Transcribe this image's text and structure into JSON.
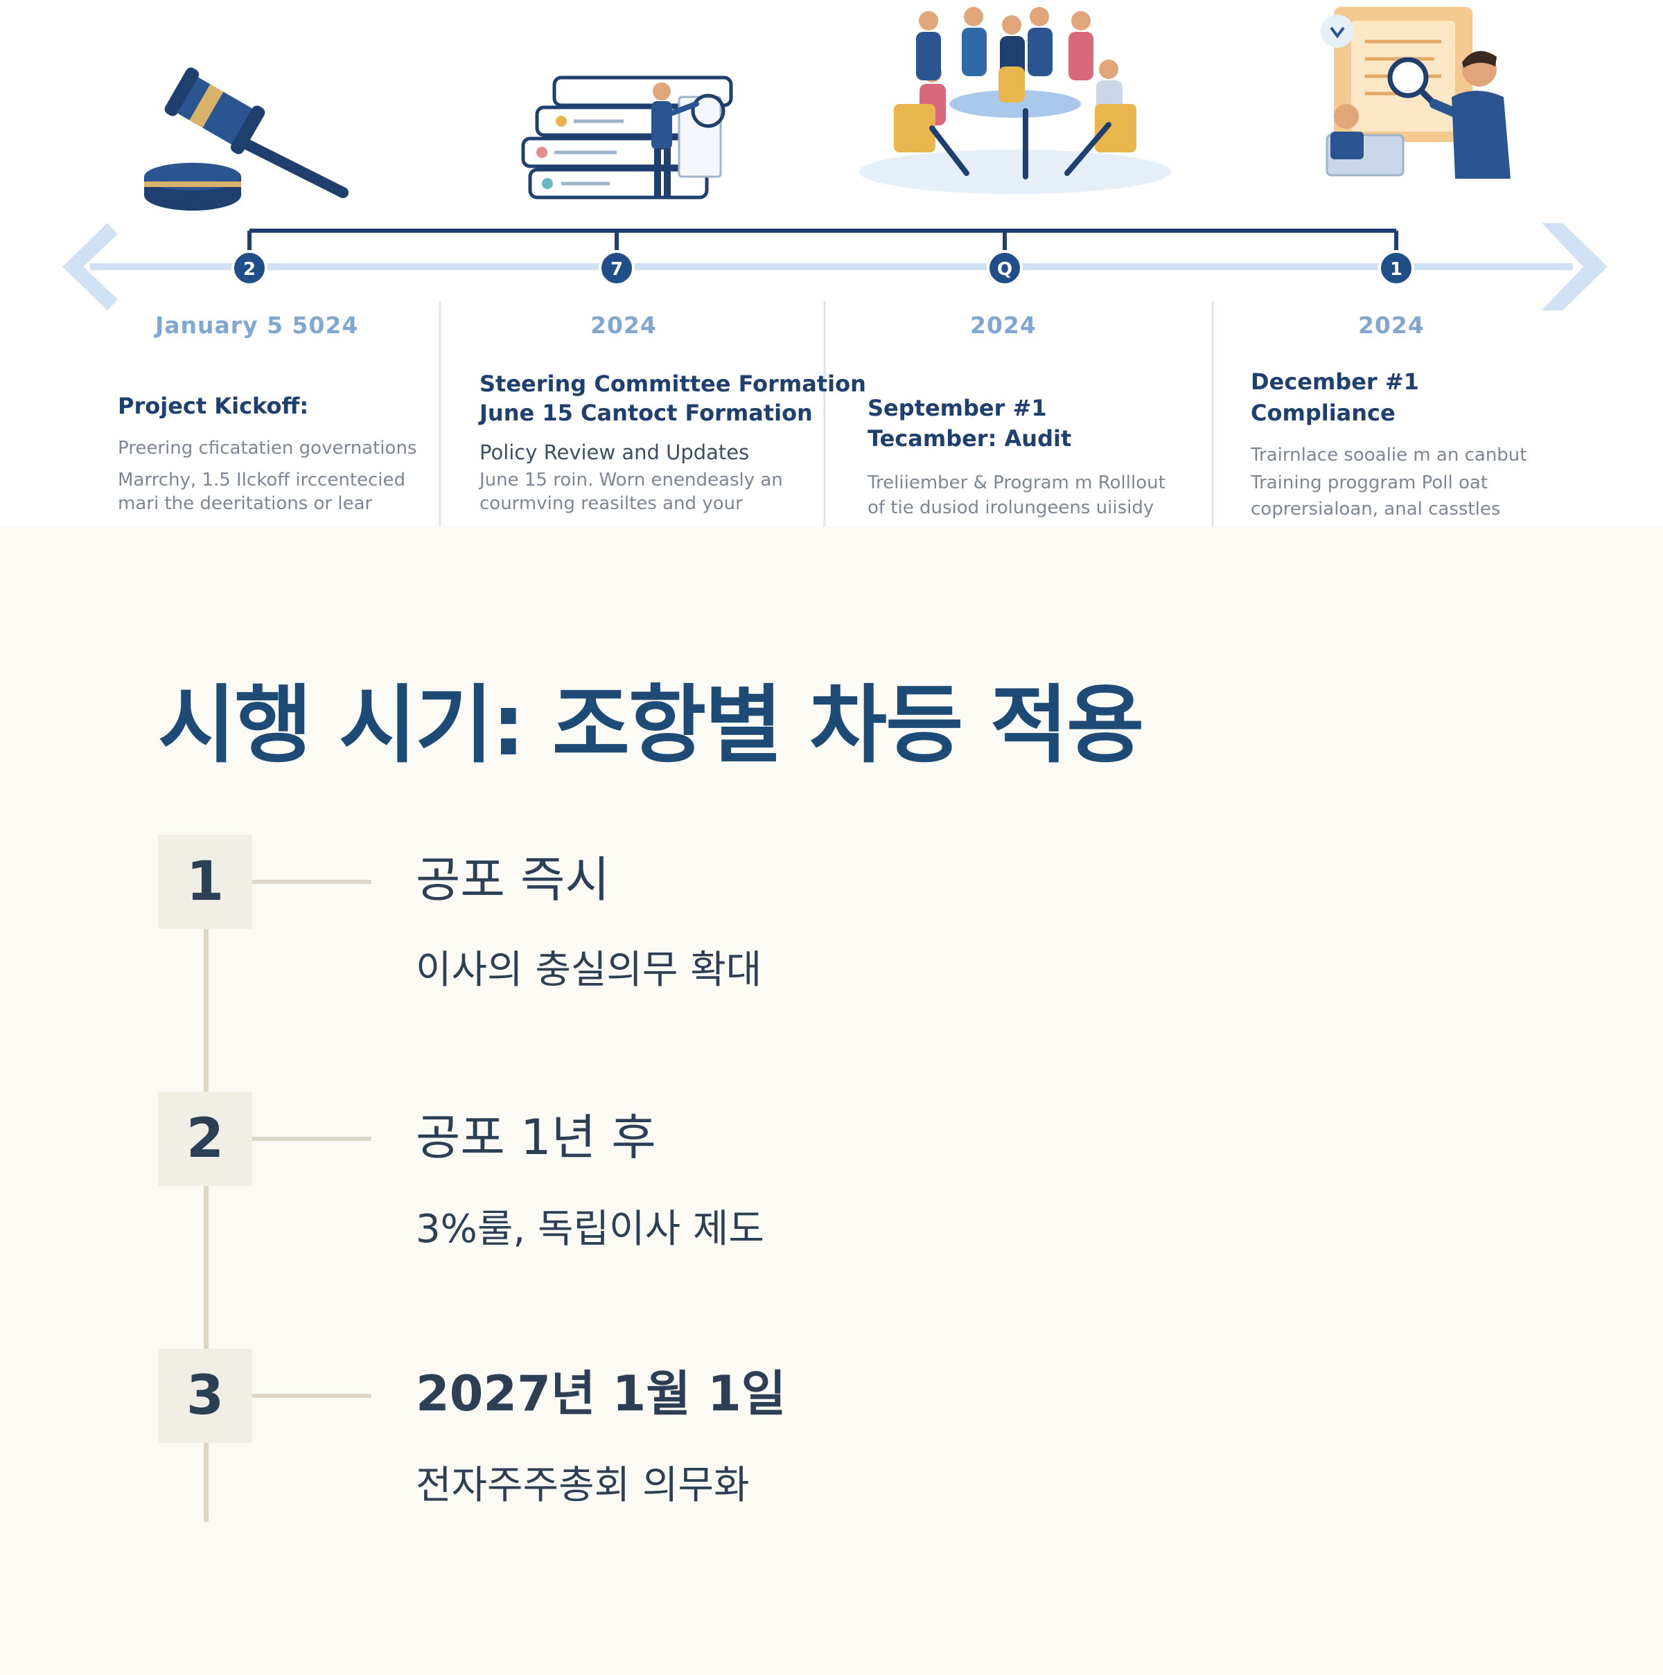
{
  "timeline": {
    "columns": [
      {
        "year": "January 5 5024",
        "title_lines": [
          "Project Kickoff:"
        ],
        "text_lines": [
          "Preering cficatatien governations",
          "Marrchy, 1.5 Ilckoff irccentecied",
          "mari the deeritations or lear"
        ]
      },
      {
        "year": "2024",
        "title_lines": [
          "Steering Committee Formation",
          "June 15 Cantoct Formation"
        ],
        "text_lines": [
          "Policy Review and Updates",
          "June 15 roin. Worn enendeasly an",
          "courmving reasiltes and your"
        ]
      },
      {
        "year": "2024",
        "title_lines": [
          "September #1",
          "Tecamber: Audit"
        ],
        "text_lines": [
          "Treliiember & Program m Rolllout",
          "of tie dusiod irolungeens uiisidy"
        ]
      },
      {
        "year": "2024",
        "title_lines": [
          "December #1",
          "Compliance"
        ],
        "text_lines": [
          "Trairnlace sooalie m an canbut",
          "Training proggram Poll oat",
          "coprersialoan, anal casstles"
        ]
      }
    ],
    "marker_labels": [
      "2",
      "7",
      "Q",
      "1"
    ]
  },
  "heading": "시행 시기: 조항별 차등 적용",
  "steps": [
    {
      "number": "1",
      "title": "공포 즉시",
      "desc": "이사의 충실의무 확대"
    },
    {
      "number": "2",
      "title": "공포 1년 후",
      "desc": "3%룰, 독립이사 제도"
    },
    {
      "number": "3",
      "title": "2027년 1월 1일",
      "desc": "전자주주총회 의무화"
    }
  ],
  "colors": {
    "navy": "#1f3f6e",
    "heading": "#1d4b76",
    "accent_light": "#a9c8ea",
    "background": "#fbfaf5",
    "step_box": "#f1eee6",
    "step_line": "#ddd7c8"
  },
  "icons": [
    "gavel-icon",
    "document-stack-icon",
    "team-meeting-icon",
    "audit-inspection-icon"
  ]
}
